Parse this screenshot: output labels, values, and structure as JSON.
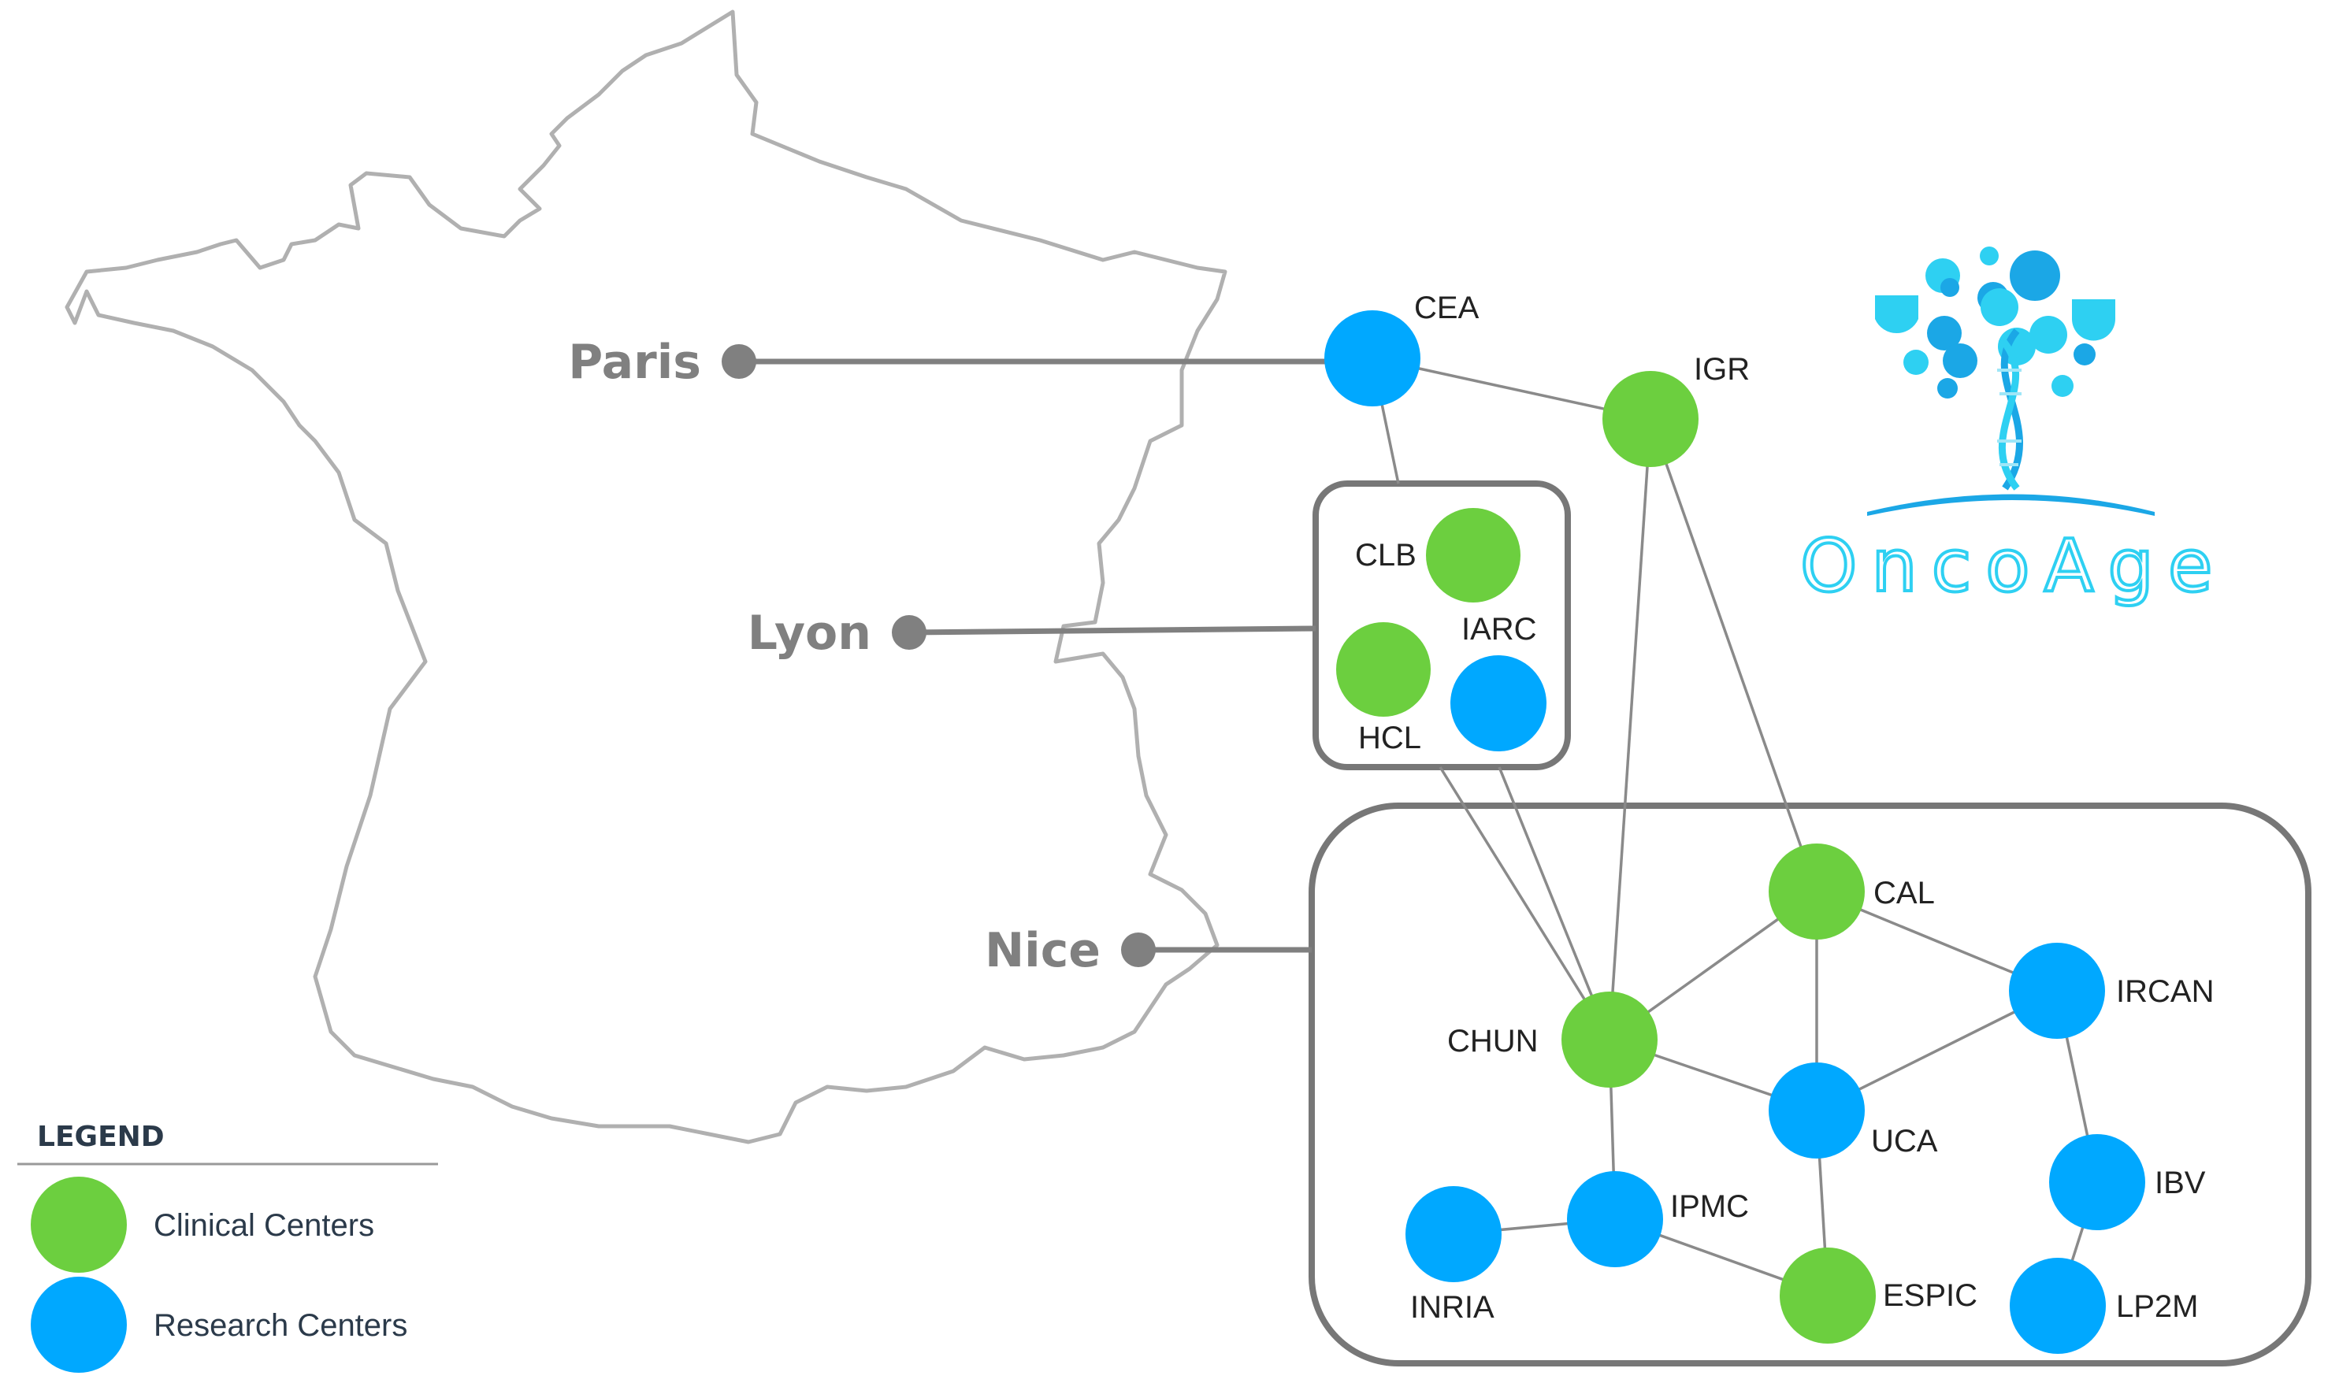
{
  "colors": {
    "clinical": "#6ccf3f",
    "research": "#00a8ff",
    "edge": "#8a8a8a",
    "box": "#777777",
    "map": "#b0b0b0",
    "city": "#808080",
    "logo_light": "#2ed0f2",
    "logo_dark": "#1ba7e6"
  },
  "cities": [
    {
      "id": "paris",
      "label": "Paris"
    },
    {
      "id": "lyon",
      "label": "Lyon"
    },
    {
      "id": "nice",
      "label": "Nice"
    }
  ],
  "nodes": [
    {
      "id": "CEA",
      "label": "CEA",
      "type": "research"
    },
    {
      "id": "IGR",
      "label": "IGR",
      "type": "clinical"
    },
    {
      "id": "CLB",
      "label": "CLB",
      "type": "clinical"
    },
    {
      "id": "HCL",
      "label": "HCL",
      "type": "clinical"
    },
    {
      "id": "IARC",
      "label": "IARC",
      "type": "research"
    },
    {
      "id": "CAL",
      "label": "CAL",
      "type": "clinical"
    },
    {
      "id": "IRCAN",
      "label": "IRCAN",
      "type": "research"
    },
    {
      "id": "CHUN",
      "label": "CHUN",
      "type": "clinical"
    },
    {
      "id": "UCA",
      "label": "UCA",
      "type": "research"
    },
    {
      "id": "IBV",
      "label": "IBV",
      "type": "research"
    },
    {
      "id": "IPMC",
      "label": "IPMC",
      "type": "research"
    },
    {
      "id": "INRIA",
      "label": "INRIA",
      "type": "research"
    },
    {
      "id": "ESPIC",
      "label": "ESPIC",
      "type": "clinical"
    },
    {
      "id": "LP2M",
      "label": "LP2M",
      "type": "research"
    }
  ],
  "edges": [
    [
      "CEA",
      "IGR"
    ],
    [
      "CEA",
      "lyon-box"
    ],
    [
      "IGR",
      "CHUN"
    ],
    [
      "IGR",
      "CAL"
    ],
    [
      "lyon-box-l",
      "CHUN"
    ],
    [
      "lyon-box-r",
      "CHUN"
    ],
    [
      "CAL",
      "CHUN"
    ],
    [
      "CAL",
      "UCA"
    ],
    [
      "CAL",
      "IRCAN"
    ],
    [
      "CHUN",
      "UCA"
    ],
    [
      "CHUN",
      "IPMC"
    ],
    [
      "UCA",
      "IRCAN"
    ],
    [
      "UCA",
      "ESPIC"
    ],
    [
      "IRCAN",
      "IBV"
    ],
    [
      "IBV",
      "LP2M"
    ],
    [
      "IPMC",
      "INRIA"
    ],
    [
      "IPMC",
      "ESPIC"
    ]
  ],
  "legend": {
    "title": "LEGEND",
    "items": [
      {
        "label": "Clinical Centers",
        "type": "clinical"
      },
      {
        "label": "Research Centers",
        "type": "research"
      }
    ]
  },
  "logo": {
    "text": "OncoAge",
    "icon": "tree-dna-icon"
  }
}
